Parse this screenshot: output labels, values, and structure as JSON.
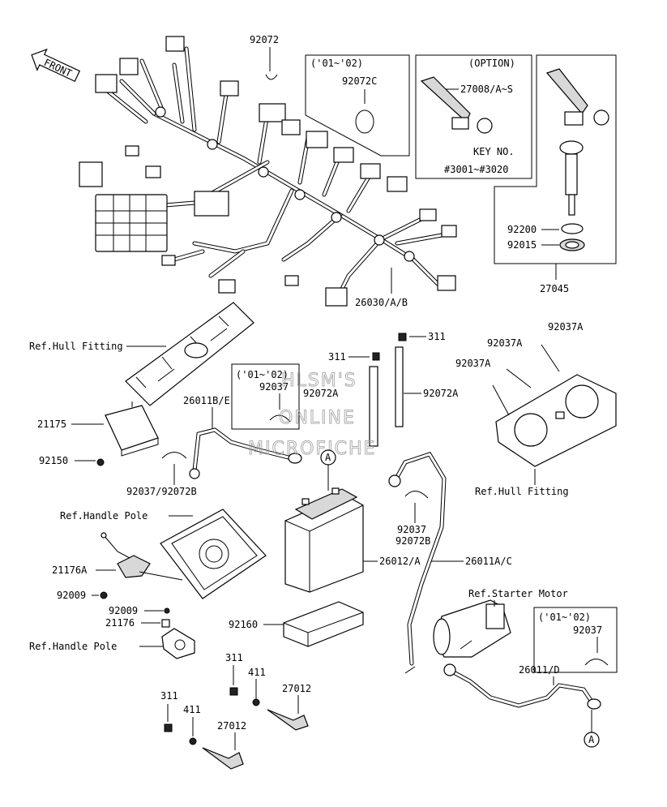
{
  "direction_label": "FRONT",
  "watermark": [
    "HLSM'S",
    "ONLINE",
    "MICROFICHE"
  ],
  "callouts": {
    "c92072_top": "92072",
    "c92072c": "92072C",
    "c27008": "27008/A~S",
    "c_key_no": "KEY NO.",
    "c_key_range": "#3001~#3020",
    "c92200": "92200",
    "c92015": "92015",
    "c27045": "27045",
    "c26030": "26030/A/B",
    "c_ref_hull_left": "Ref.Hull Fitting",
    "c311_a": "311",
    "c311_b": "311",
    "c92037a_1": "92037A",
    "c92037a_2": "92037A",
    "c92037a_3": "92037A",
    "c26011be": "26011B/E",
    "c92037_box": "92037",
    "c92072a_1": "92072A",
    "c92072a_2": "92072A",
    "c21175": "21175",
    "c92150": "92150",
    "c_ref_hull_right": "Ref.Hull Fitting",
    "c92037_92072b": "92037/92072B",
    "c92037_mid": "92037",
    "c92072b_mid": "92072B",
    "c_ref_handle_1": "Ref.Handle Pole",
    "c21176a": "21176A",
    "c26012a": "26012/A",
    "c26011ac": "26011A/C",
    "c92009_a": "92009",
    "c92009_b": "92009",
    "c21176": "21176",
    "c_ref_starter": "Ref.Starter Motor",
    "c92037_box2": "92037",
    "c92160": "92160",
    "c_ref_handle_2": "Ref.Handle Pole",
    "c311_c": "311",
    "c411_a": "411",
    "c27012_a": "27012",
    "c26011d": "26011/D",
    "c311_d": "311",
    "c411_b": "411",
    "c27012_b": "27012"
  },
  "boxes": {
    "year_range_1": "('01~'02)",
    "option_title": "(OPTION)",
    "year_range_2": "('01~'02)",
    "year_range_3": "('01~'02)"
  },
  "connector_marks": [
    "A",
    "A"
  ]
}
